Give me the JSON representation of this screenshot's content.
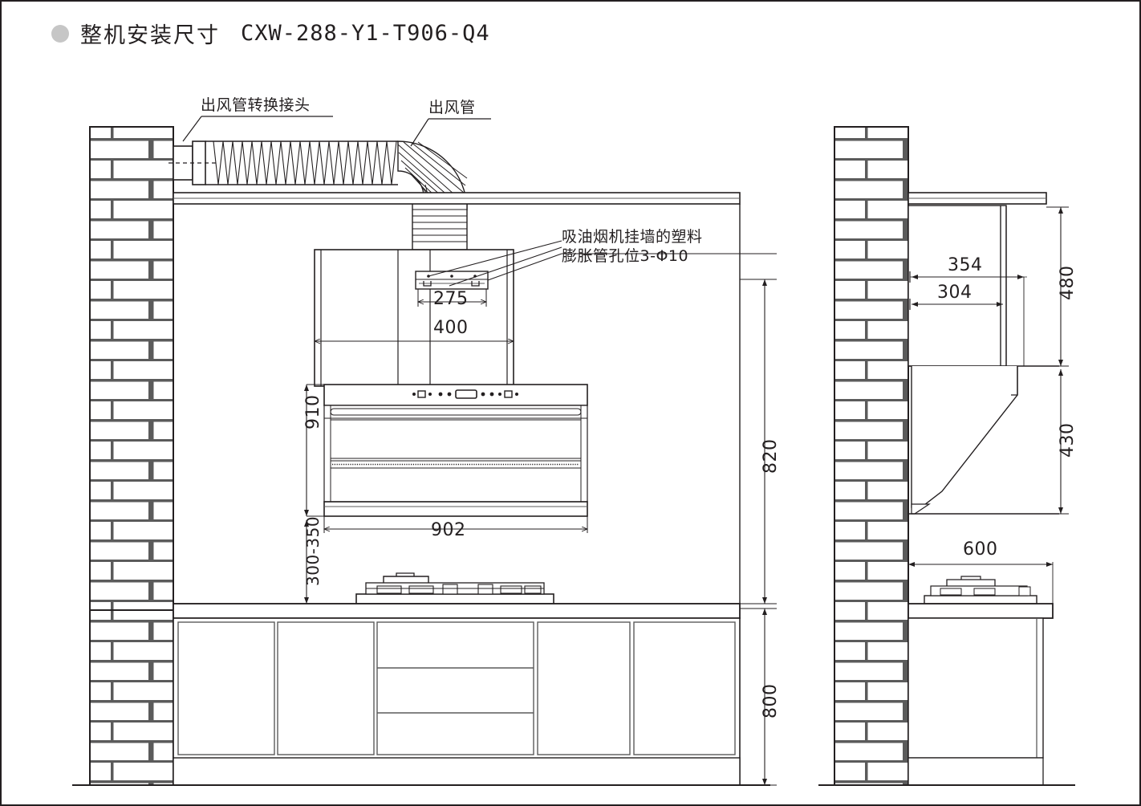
{
  "page": {
    "title_cn": "整机安装尺寸",
    "title_model": "CXW-288-Y1-T906-Q4",
    "bullet": "bullet-dot"
  },
  "labels": {
    "duct_adapter": "出风管转换接头",
    "duct": "出风管",
    "wall_anchor_line1": "吸油烟机挂墙的塑料",
    "wall_anchor_line2": "膨胀管孔位3-Φ10"
  },
  "dimensions": {
    "front": {
      "bracket_holes_width": "275",
      "chimney_width": "400",
      "hood_height_above_counter": "910",
      "hood_to_counter_gap": "300-350",
      "hood_body_width": "902",
      "wall_height_to_counter": "820",
      "counter_height": "800"
    },
    "side": {
      "bracket_depth_outer": "354",
      "bracket_depth_inner": "304",
      "chimney_height": "480",
      "hood_body_height": "430",
      "counter_depth": "600"
    }
  },
  "colors": {
    "line": "#231f20",
    "line_soft": "#5b5b5b",
    "bullet": "#c6c6c6",
    "background": "#ffffff"
  },
  "views": {
    "front_view": "front-elevation",
    "side_view": "side-elevation"
  },
  "components": {
    "wall_left": "brick-wall-left",
    "wall_right": "brick-wall-right",
    "flex_duct": "flexible-exhaust-duct",
    "duct_elbow": "duct-elbow",
    "duct_adapter": "duct-adapter-collar",
    "chimney": "hood-chimney",
    "mount_bracket": "wall-mount-bracket",
    "hood_body": "range-hood-body",
    "control_panel": "hood-control-panel",
    "cooktop": "gas-cooktop",
    "counter": "countertop",
    "cabinet": "base-cabinet"
  }
}
